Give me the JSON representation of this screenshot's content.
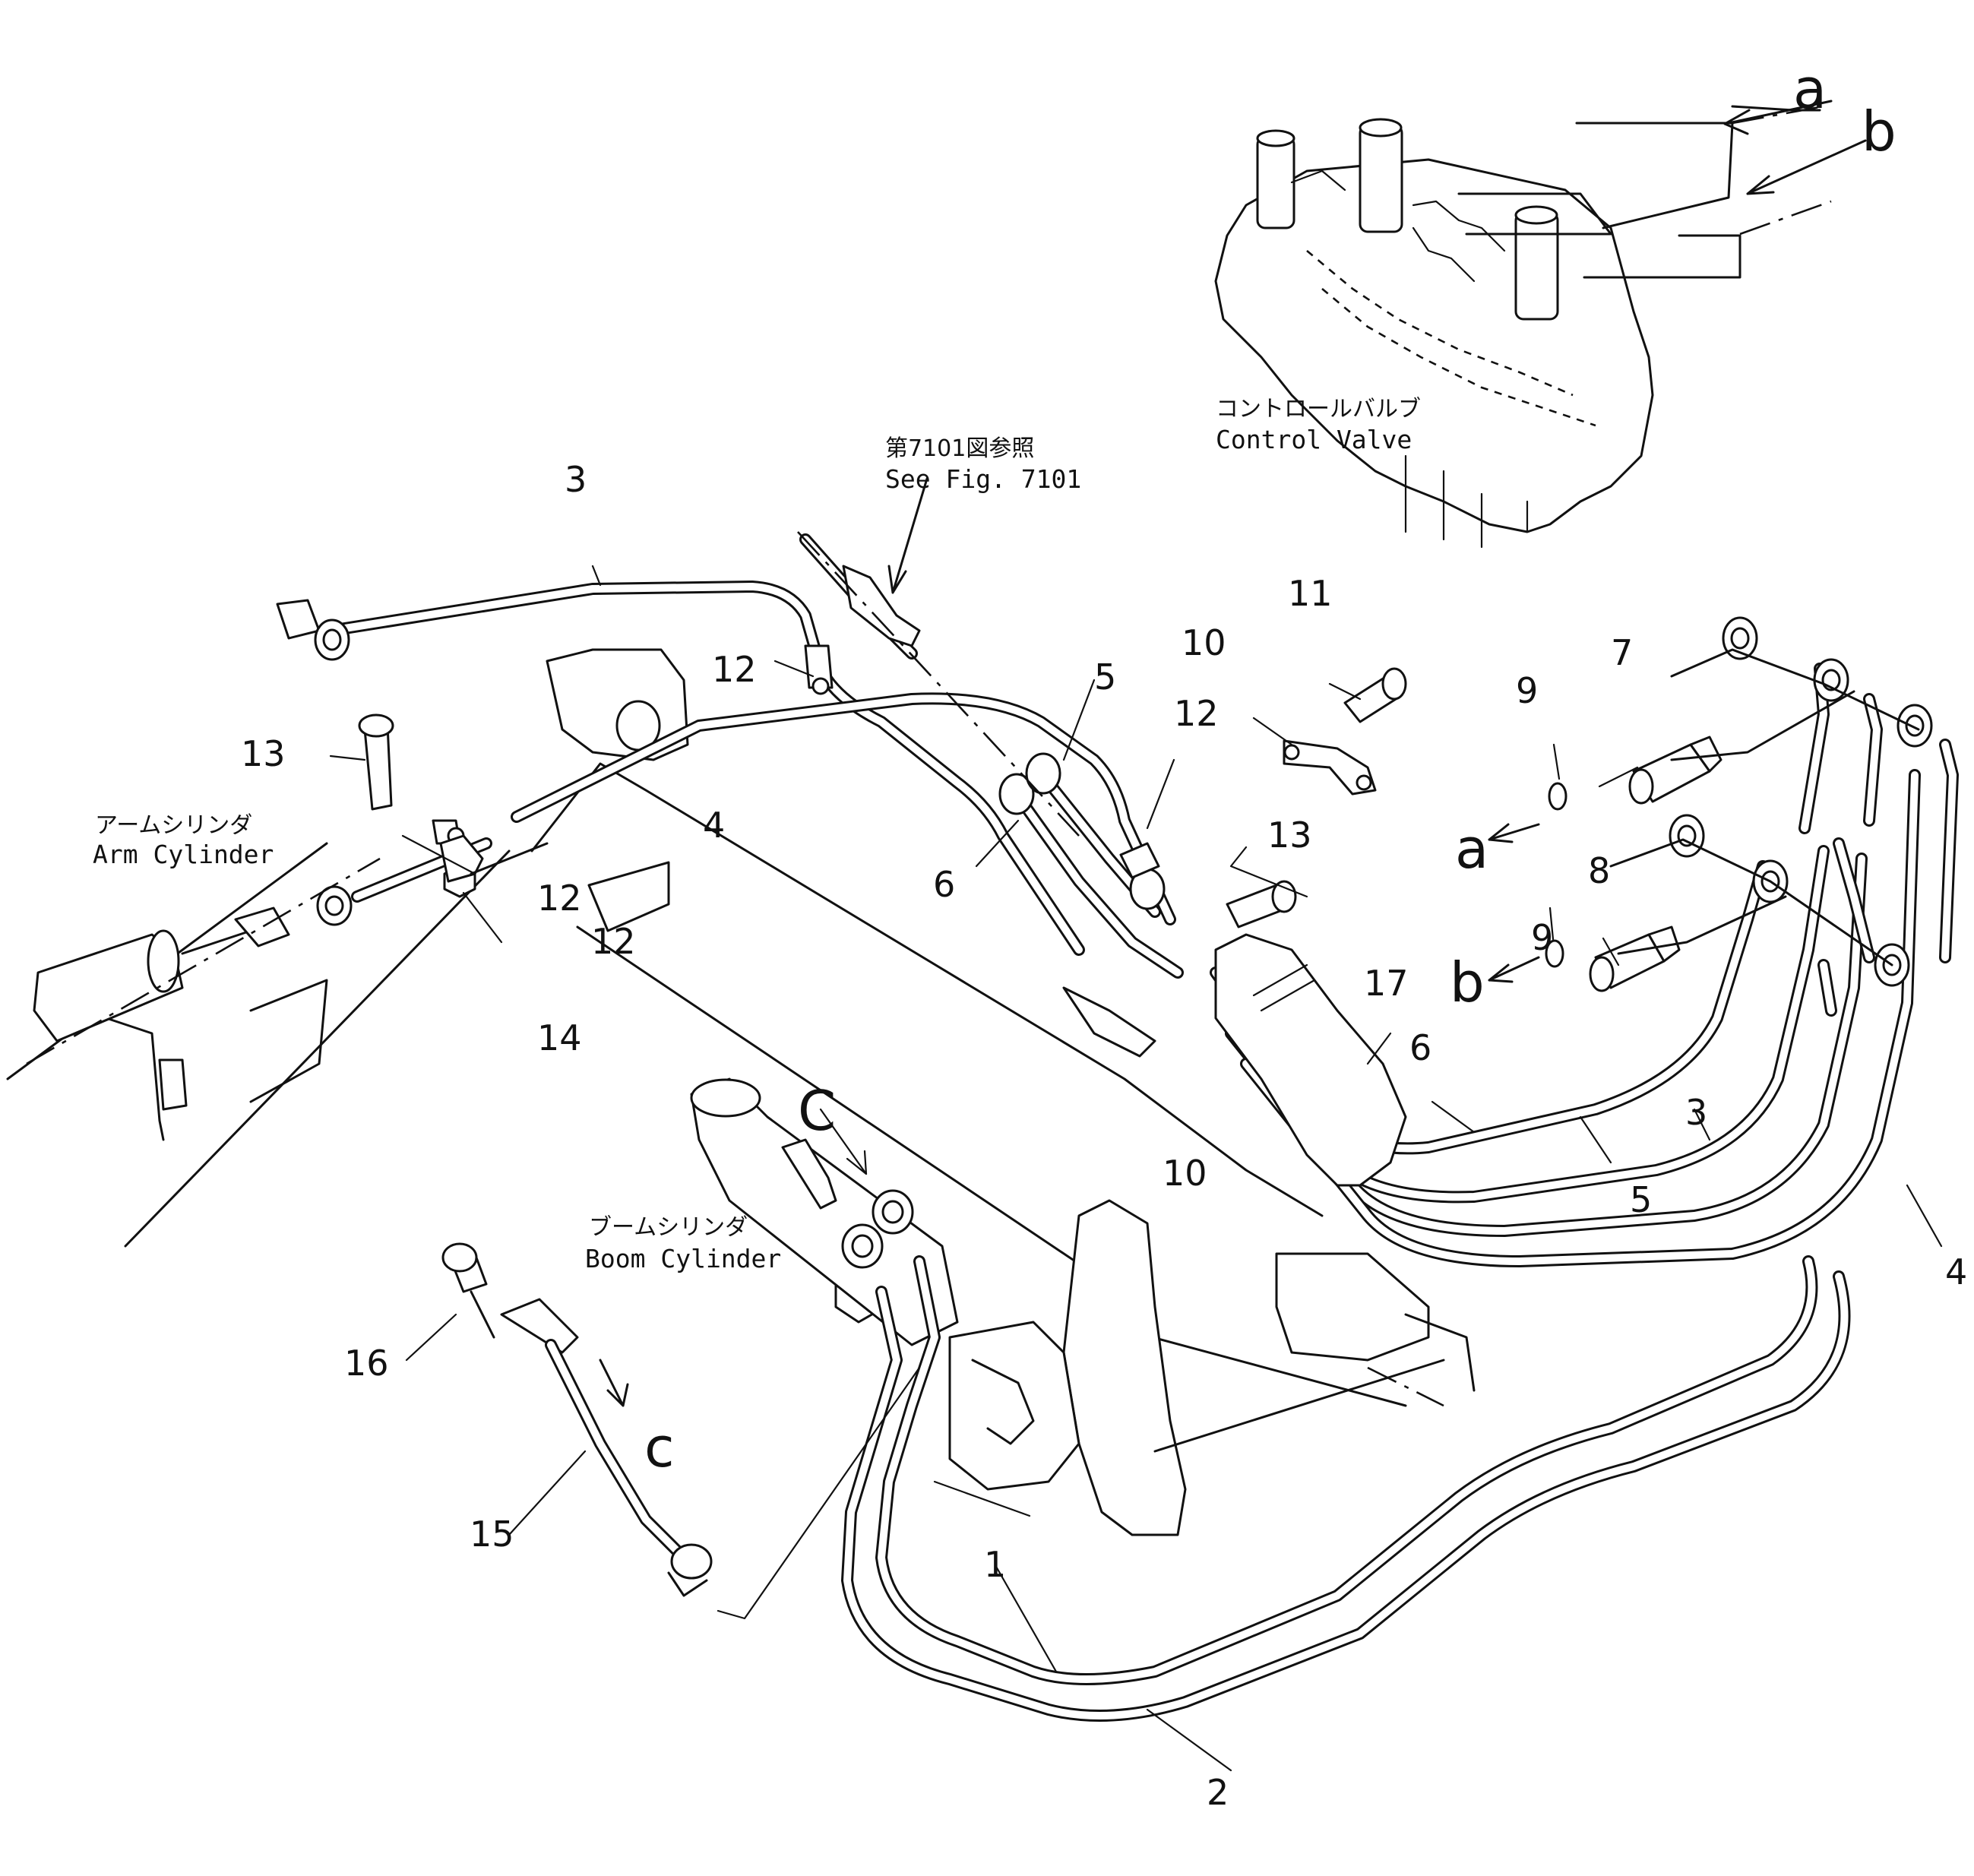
{
  "captions": {
    "control_valve_jp": "コントロールバルブ",
    "control_valve_en": "Control Valve",
    "see_fig_jp": "第7101図参照",
    "see_fig_en": "See Fig. 7101",
    "arm_cylinder_jp": "アームシリンダ",
    "arm_cylinder_en": "Arm Cylinder",
    "boom_cylinder_jp": "ブームシリンダ",
    "boom_cylinder_en": "Boom Cylinder"
  },
  "part_labels": {
    "p1": "1",
    "p2": "2",
    "p3_top": "3",
    "p3_right": "3",
    "p4_mid": "4",
    "p4_right": "4",
    "p5_top": "5",
    "p5_bottom": "5",
    "p6_left": "6",
    "p6_right": "6",
    "p7": "7",
    "p8": "8",
    "p9_upper": "9",
    "p9_lower": "9",
    "p10_upper": "10",
    "p10_lower": "10",
    "p11": "11",
    "p12_a": "12",
    "p12_b": "12",
    "p12_c": "12",
    "p12_d": "12",
    "p13_left": "13",
    "p13_right": "13",
    "p14": "14",
    "p15": "15",
    "p16": "16",
    "p17": "17"
  },
  "connection_letters": {
    "a_top": "a",
    "b_top": "b",
    "a_side": "a",
    "b_side": "b",
    "c_upper": "C",
    "c_lower": "c"
  }
}
